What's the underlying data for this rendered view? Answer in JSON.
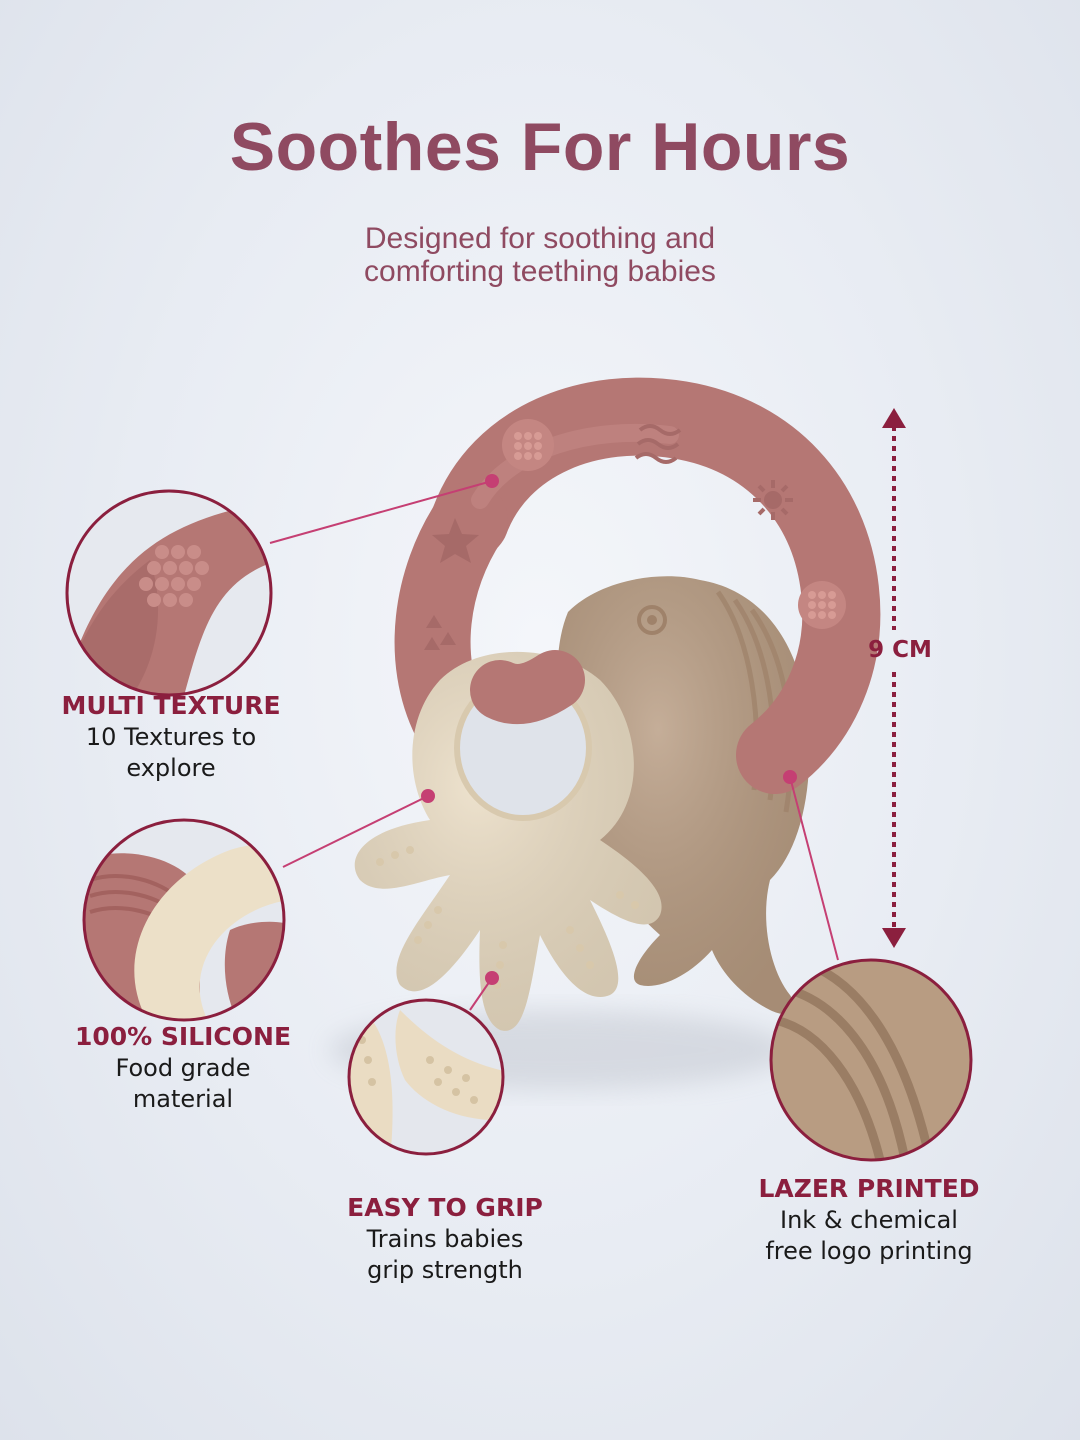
{
  "header": {
    "title": "Soothes For Hours",
    "subtitle_line1": "Designed for soothing and",
    "subtitle_line2": "comforting teething babies"
  },
  "dimension": {
    "label": "9 CM"
  },
  "features": [
    {
      "title": "MULTI TEXTURE",
      "line1": "10 Textures to",
      "line2": "explore"
    },
    {
      "title": "100% SILICONE",
      "line1": "Food grade",
      "line2": "material"
    },
    {
      "title": "EASY TO GRIP",
      "line1": "Trains babies",
      "line2": "grip strength"
    },
    {
      "title": "LAZER PRINTED",
      "line1": "Ink & chemical",
      "line2": "free logo printing"
    }
  ],
  "colors": {
    "title": "#8f4a61",
    "accent": "#8b1f3e",
    "ring_rose": "#b57774",
    "octopus_cream": "#eadcc3",
    "fish_tan": "#b89c82",
    "background": "#e8ecf3"
  }
}
